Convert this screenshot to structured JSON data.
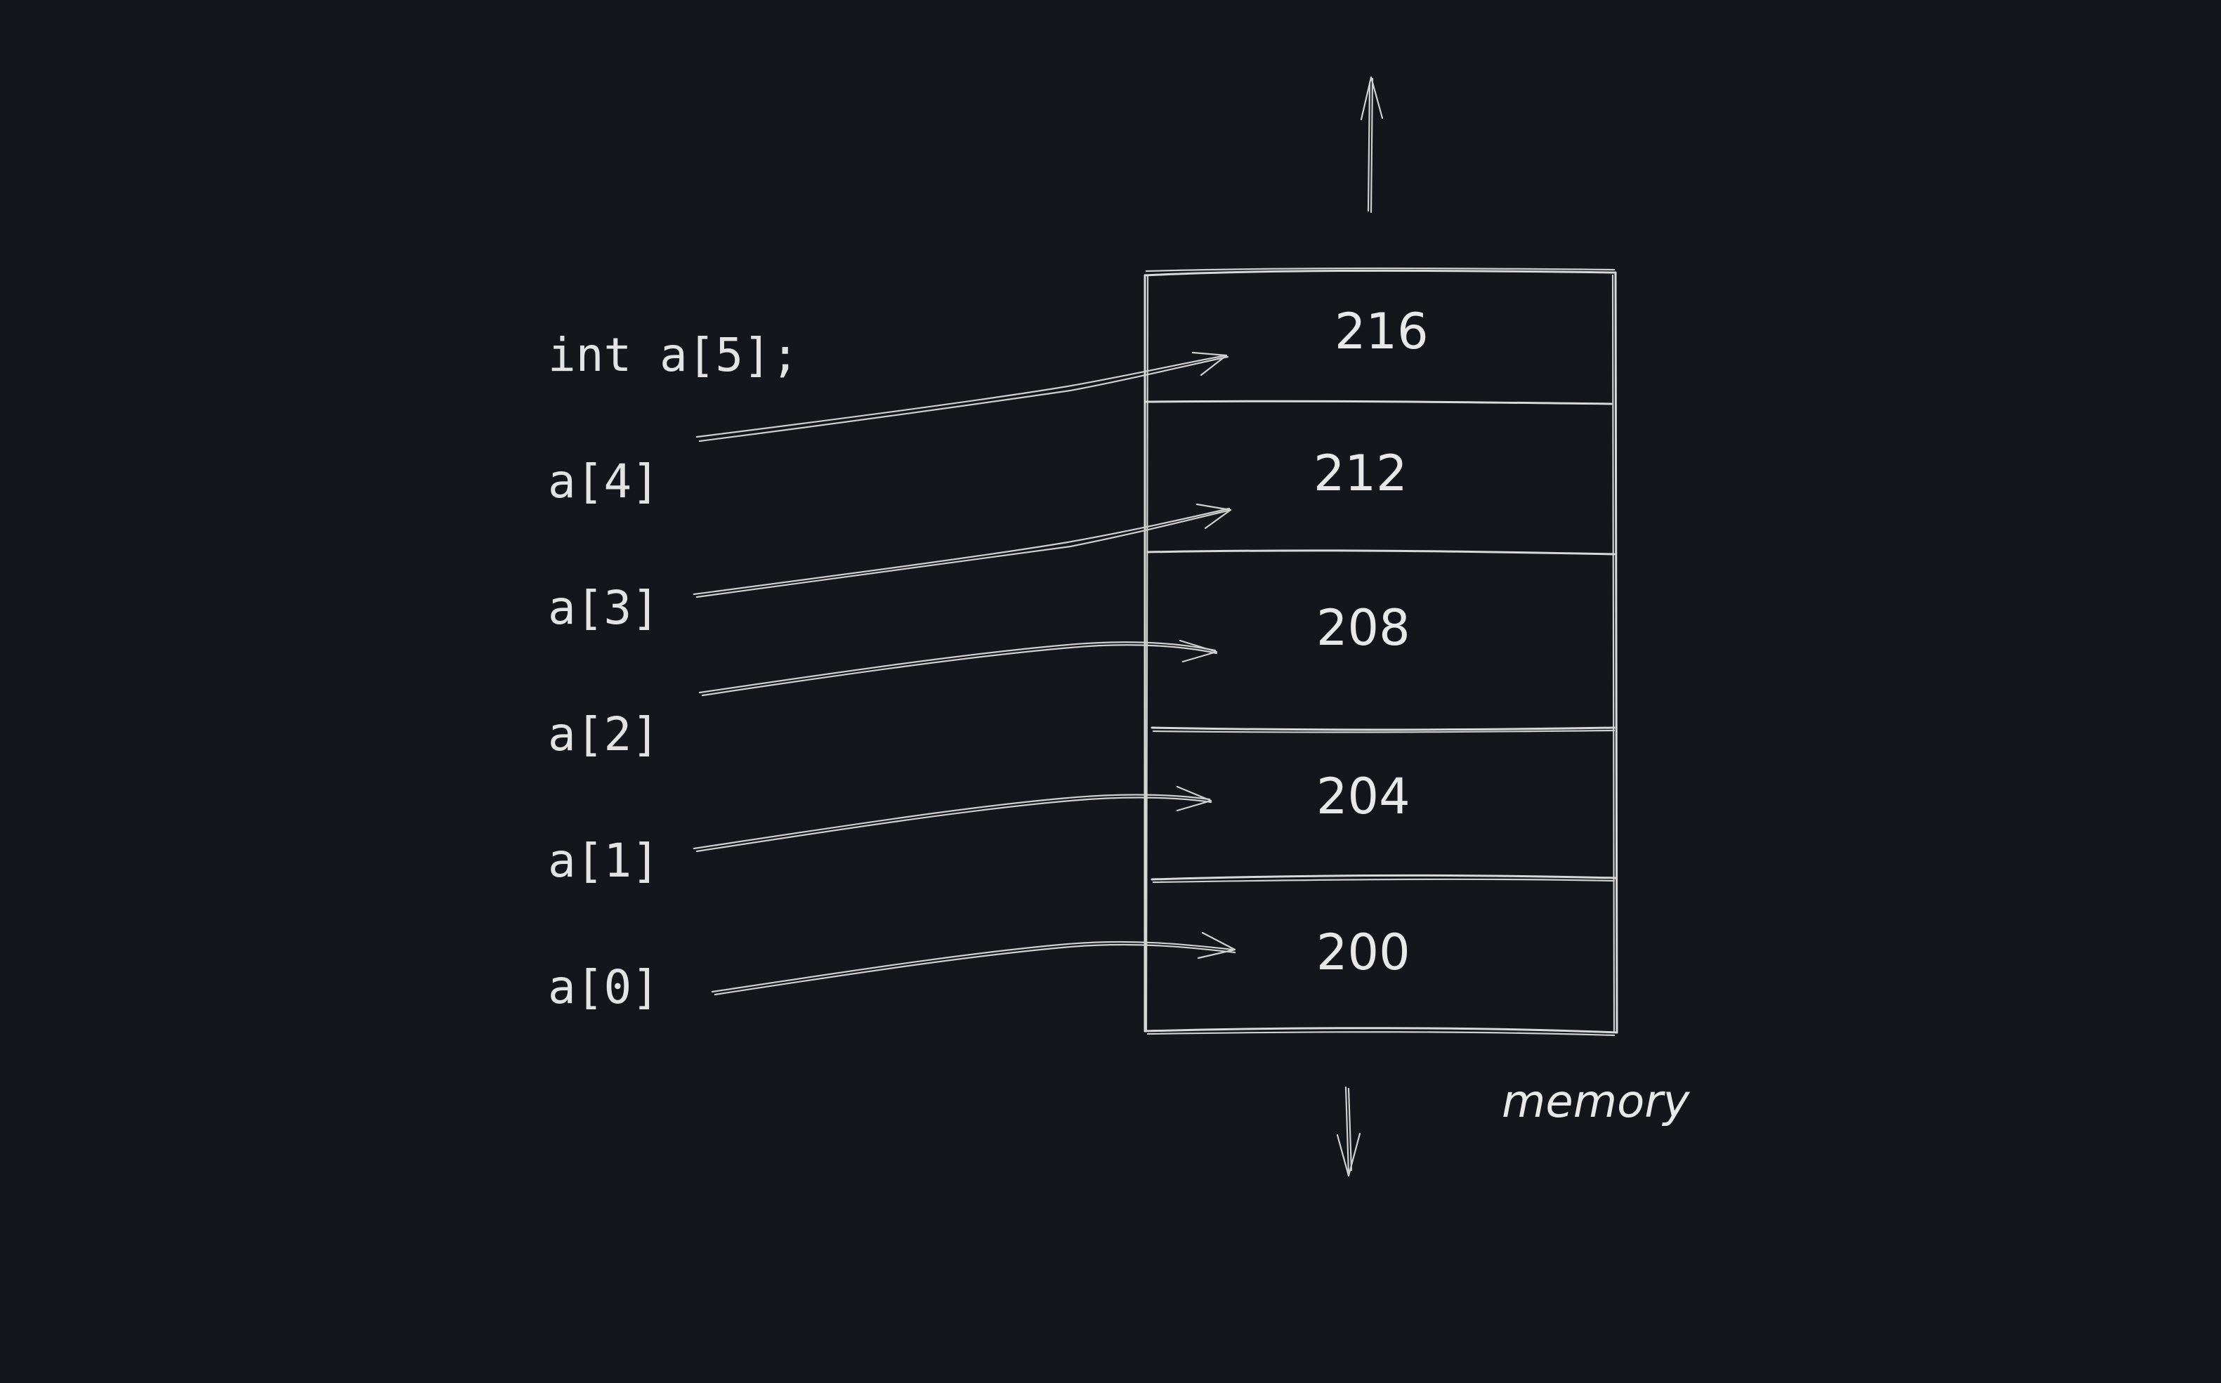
{
  "declaration": "int a[5];",
  "elements": [
    {
      "label": "a[4]",
      "address": "216"
    },
    {
      "label": "a[3]",
      "address": "212"
    },
    {
      "label": "a[2]",
      "address": "208"
    },
    {
      "label": "a[1]",
      "address": "204"
    },
    {
      "label": "a[0]",
      "address": "200"
    }
  ],
  "memory_label": "memory",
  "colors": {
    "background": "#13161a",
    "ink": "#e3e3e3"
  }
}
